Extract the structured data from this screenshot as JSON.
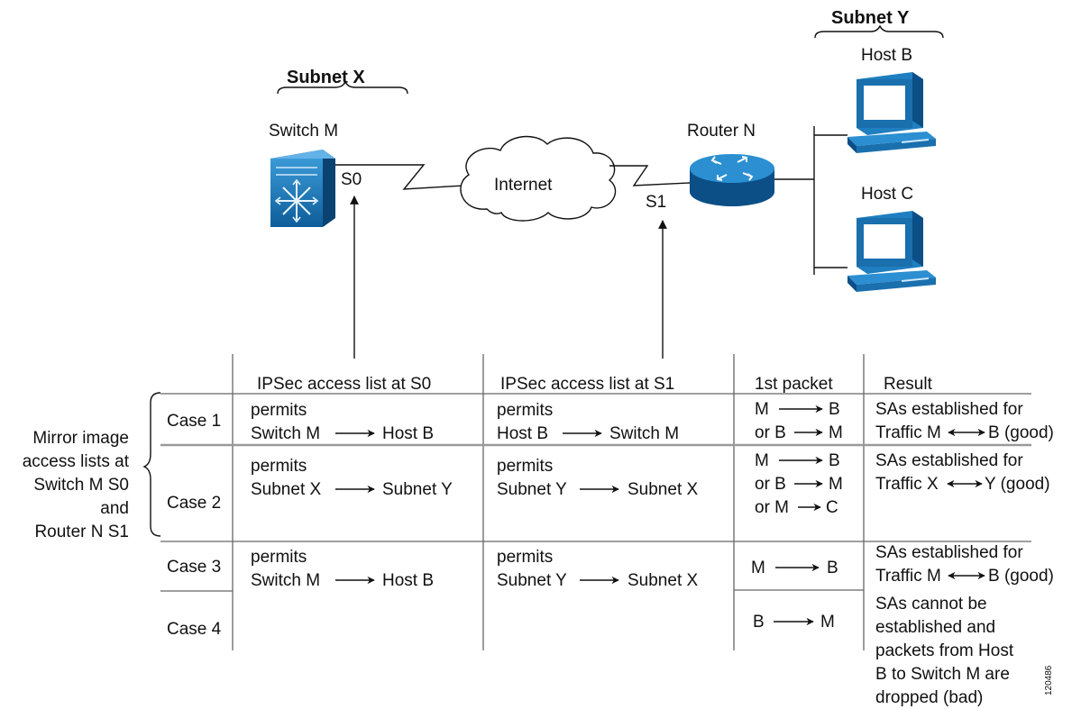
{
  "network": {
    "subnet_x": "Subnet X",
    "subnet_y": "Subnet Y",
    "switch_m": "Switch M",
    "s0": "S0",
    "internet": "Internet",
    "router_n": "Router N",
    "s1": "S1",
    "host_b": "Host B",
    "host_c": "Host C"
  },
  "colors": {
    "device_blue": "#1f7fc0",
    "device_dark": "#0b4f86",
    "line": "#111111",
    "grid": "#777777"
  },
  "icons": [
    "switch-icon",
    "router-icon",
    "cloud-icon",
    "computer-icon"
  ],
  "side_note": {
    "lines": [
      "Mirror image",
      "access lists at",
      "Switch M S0",
      "and",
      "Router N S1"
    ]
  },
  "table": {
    "headers": [
      "IPSec access list at S0",
      "IPSec access list at S1",
      "1st packet",
      "Result"
    ],
    "rows": [
      {
        "case": "Case 1",
        "s0": {
          "verb": "permits",
          "from": "Switch M",
          "to": "Host B"
        },
        "s1": {
          "verb": "permits",
          "from": "Host B",
          "to": "Switch M"
        },
        "packets": [
          [
            "M",
            "B"
          ],
          [
            "or B",
            "M"
          ]
        ],
        "result": [
          "SAs established for",
          "Traffic M",
          "B (good)"
        ]
      },
      {
        "case": "Case 2",
        "s0": {
          "verb": "permits",
          "from": "Subnet X",
          "to": "Subnet Y"
        },
        "s1": {
          "verb": "permits",
          "from": "Subnet Y",
          "to": "Subnet X"
        },
        "packets": [
          [
            "M",
            "B"
          ],
          [
            "or B",
            "M"
          ],
          [
            "or M",
            "C"
          ]
        ],
        "result": [
          "SAs established for",
          "Traffic X",
          "Y (good)"
        ]
      },
      {
        "case": "Case 3",
        "s0": {
          "verb": "permits",
          "from": "Switch M",
          "to": "Host B"
        },
        "s1": {
          "verb": "permits",
          "from": "Subnet Y",
          "to": "Subnet X"
        },
        "packets": [
          [
            "M",
            "B"
          ]
        ],
        "result": [
          "SAs established for",
          "Traffic M",
          "B (good)"
        ]
      },
      {
        "case": "Case 4",
        "packets": [
          [
            "B",
            "M"
          ]
        ],
        "result": [
          "SAs cannot be",
          "established and",
          "packets from Host",
          "B to Switch M are",
          "dropped (bad)"
        ]
      }
    ]
  },
  "figure_number": "120486"
}
